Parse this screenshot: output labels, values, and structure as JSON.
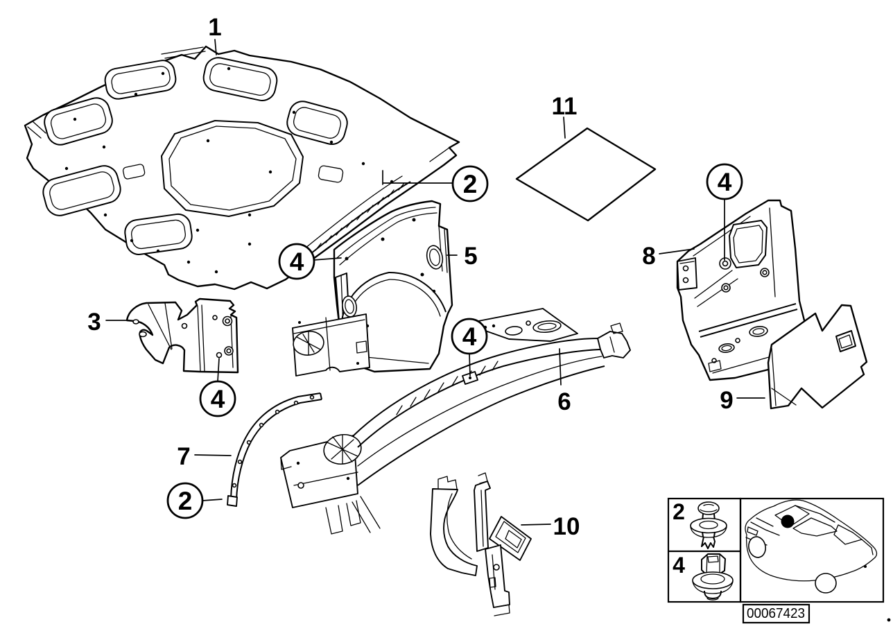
{
  "callouts": {
    "part1": "1",
    "part3": "3",
    "part5": "5",
    "part6": "6",
    "part7": "7",
    "part8": "8",
    "part9": "9",
    "part10": "10",
    "part11": "11",
    "fastener2_upper": "2",
    "fastener2_lower": "2",
    "fastener4_part5": "4",
    "fastener4_part8": "4",
    "fastener4_part3": "4",
    "fastener4_part6": "4"
  },
  "legend": {
    "rows": [
      {
        "label": "2",
        "icon": "expanding-rivet-icon"
      },
      {
        "label": "4",
        "icon": "plastic-nut-icon"
      }
    ],
    "vehicle": {
      "icon": "car-silhouette-icon",
      "marker": "insulation-location-dot"
    }
  },
  "plate": {
    "code": "00067423"
  }
}
